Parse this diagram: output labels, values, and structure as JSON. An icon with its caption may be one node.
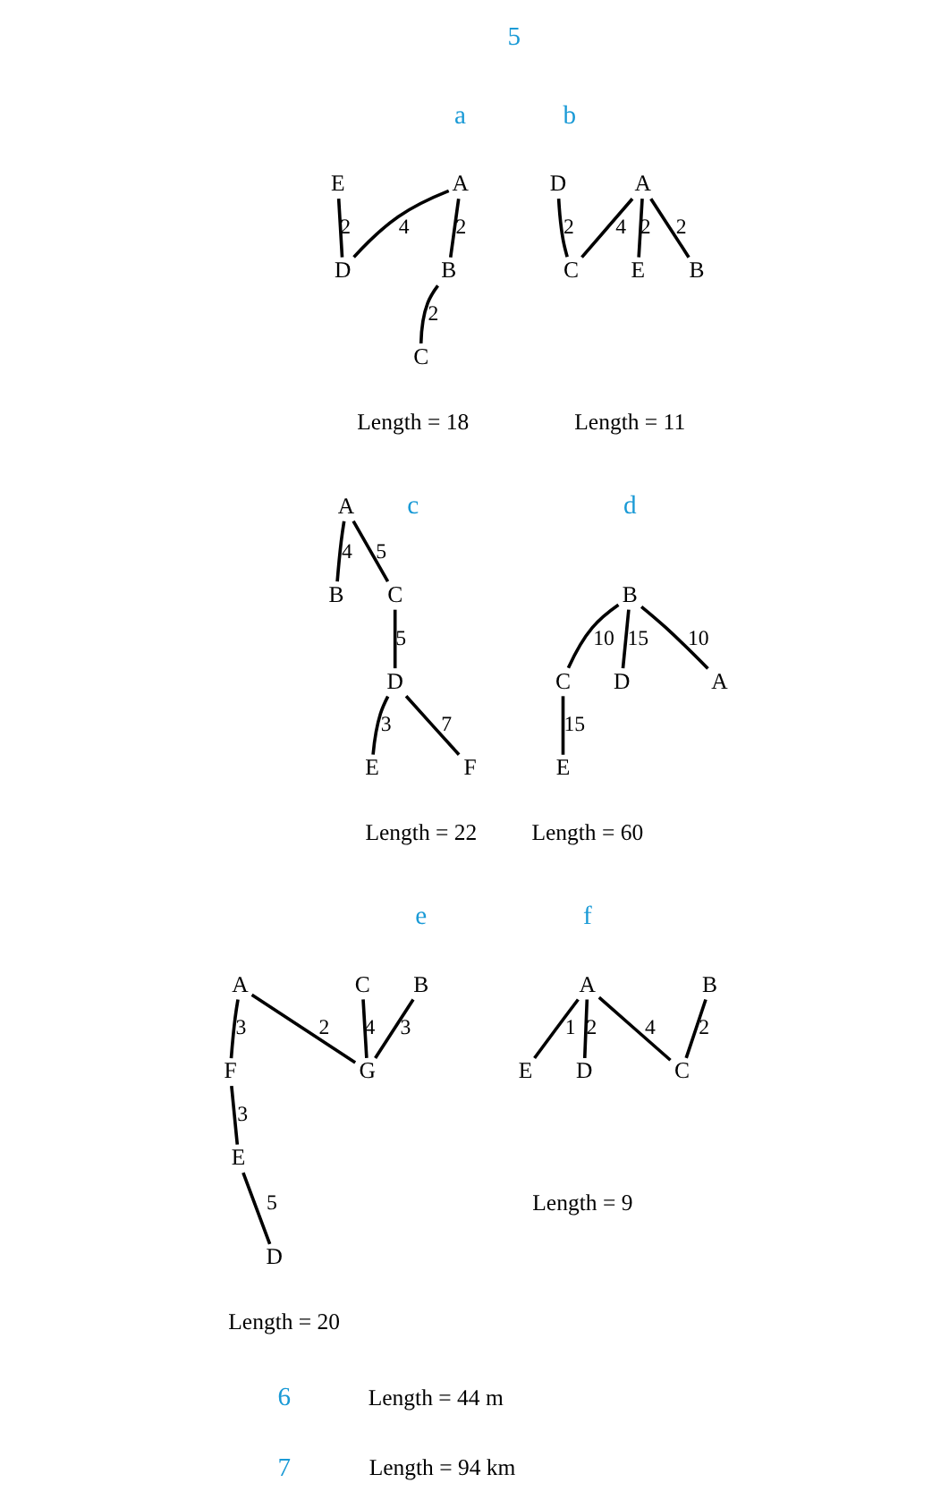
{
  "diagram": {
    "nodes": [
      {
        "text": [
          "A"
        ]
      },
      {
        "text": [
          "B"
        ]
      },
      {
        "text": [
          "C"
        ]
      },
      {
        "text": [
          "E"
        ]
      },
      {
        "text": [
          "D"
        ]
      },
      {
        "text": [
          "A"
        ]
      },
      {
        "text": [
          "E"
        ]
      },
      {
        "text": [
          "B"
        ]
      },
      {
        "text": [
          "D"
        ]
      },
      {
        "text": [
          "C"
        ]
      },
      {
        "text": [
          "B"
        ]
      },
      {
        "text": [
          "A"
        ]
      },
      {
        "text": [
          "D"
        ]
      },
      {
        "text": [
          "F"
        ]
      },
      {
        "text": [
          "E"
        ]
      },
      {
        "text": [
          "C"
        ]
      },
      {
        "text": [
          "B"
        ]
      },
      {
        "text": [
          "A"
        ]
      },
      {
        "text": [
          "C"
        ]
      },
      {
        "text": [
          "D"
        ]
      },
      {
        "text": [
          "E"
        ]
      },
      {
        "text": [
          "B"
        ]
      },
      {
        "text": [
          "C"
        ]
      },
      {
        "text": [
          "A"
        ]
      },
      {
        "text": [
          "G"
        ]
      },
      {
        "text": [
          "D"
        ]
      },
      {
        "text": [
          "F"
        ]
      },
      {
        "text": [
          "E"
        ]
      },
      {
        "text": [
          "A"
        ]
      },
      {
        "text": [
          "E"
        ]
      },
      {
        "text": [
          "D"
        ]
      },
      {
        "text": [
          "B"
        ]
      },
      {
        "text": [
          "C"
        ]
      }
    ],
    "edges": [
      {
        "from": 0,
        "to": 1,
        "arrow": "none",
        "label": "2"
      },
      {
        "from": 1,
        "to": 2,
        "arrow": "none",
        "label": "2"
      },
      {
        "from": 0,
        "to": 4,
        "arrow": "none",
        "label": "4"
      },
      {
        "from": 3,
        "to": 4,
        "arrow": "none",
        "label": "2"
      },
      {
        "from": 5,
        "to": 6,
        "arrow": "none",
        "label": "2"
      },
      {
        "from": 5,
        "to": 7,
        "arrow": "none",
        "label": "2"
      },
      {
        "from": 5,
        "to": 9,
        "arrow": "none",
        "label": "4"
      },
      {
        "from": 8,
        "to": 9,
        "arrow": "none",
        "label": "2"
      },
      {
        "from": 11,
        "to": 10,
        "arrow": "none",
        "label": "4"
      },
      {
        "from": 11,
        "to": 15,
        "arrow": "none",
        "label": "5"
      },
      {
        "from": 15,
        "to": 12,
        "arrow": "none",
        "label": "5"
      },
      {
        "from": 12,
        "to": 13,
        "arrow": "none",
        "label": "7"
      },
      {
        "from": 12,
        "to": 14,
        "arrow": "none",
        "label": "3"
      },
      {
        "from": 16,
        "to": 17,
        "arrow": "none",
        "label": "10"
      },
      {
        "from": 16,
        "to": 18,
        "arrow": "none",
        "label": "10"
      },
      {
        "from": 16,
        "to": 19,
        "arrow": "none",
        "label": "15"
      },
      {
        "from": 18,
        "to": 20,
        "arrow": "none",
        "label": "15"
      },
      {
        "from": 21,
        "to": 24,
        "arrow": "none",
        "label": "3"
      },
      {
        "from": 22,
        "to": 24,
        "arrow": "none",
        "label": "4"
      },
      {
        "from": 23,
        "to": 24,
        "arrow": "none",
        "label": "2"
      },
      {
        "from": 23,
        "to": 26,
        "arrow": "none",
        "label": "3"
      },
      {
        "from": 26,
        "to": 27,
        "arrow": "none",
        "label": "3"
      },
      {
        "from": 27,
        "to": 25,
        "arrow": "none",
        "label": "5"
      },
      {
        "from": 28,
        "to": 29,
        "arrow": "none",
        "label": "1"
      },
      {
        "from": 28,
        "to": 30,
        "arrow": "none",
        "label": "2"
      },
      {
        "from": 28,
        "to": 32,
        "arrow": "none",
        "label": "4"
      },
      {
        "from": 31,
        "to": 32,
        "arrow": "none",
        "label": "2"
      }
    ],
    "labels": [
      "5",
      "a",
      "Length = 18",
      "b",
      "Length = 11",
      "c",
      "Length = 22",
      "d",
      "Length = 60",
      "e",
      "Length = 20",
      "f",
      "Length = 9",
      "6",
      "Length = 44 m",
      "7",
      "Length = 94 km"
    ]
  }
}
